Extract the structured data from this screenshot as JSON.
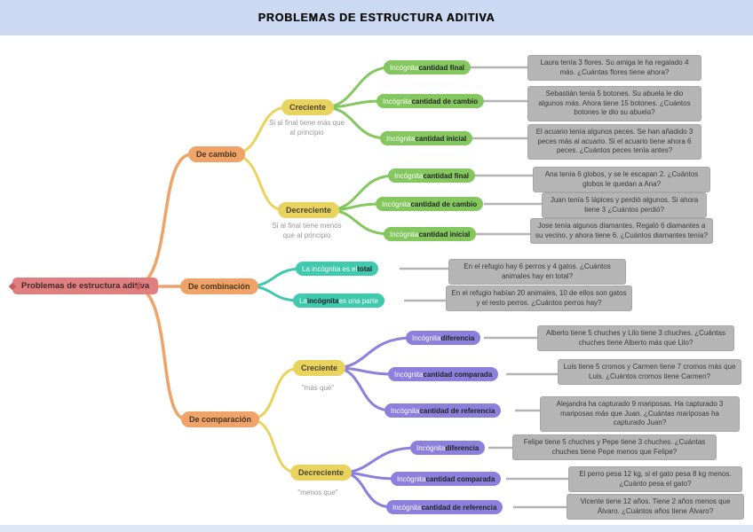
{
  "header": {
    "title": "PROBLEMAS DE ESTRUCTURA ADITIVA"
  },
  "root": {
    "label": "Problemas de estructura aditiva"
  },
  "branches": {
    "cambio": {
      "label": "De cambio",
      "creciente": {
        "label": "Creciente",
        "note": "Si al final tiene más que al principio"
      },
      "decreciente": {
        "label": "Decreciente",
        "note": "Si al final tiene menos que al principio"
      }
    },
    "combinacion": {
      "label": "De combinación"
    },
    "comparacion": {
      "label": "De comparación",
      "creciente": {
        "label": "Creciente",
        "note": "\"más que\""
      },
      "decreciente": {
        "label": "Decreciente",
        "note": "\"menos que\""
      }
    }
  },
  "leaves": [
    {
      "pre": "Incógnita ",
      "bold": "cantidad final",
      "problem": "Laura tenía 3 flores. Su amiga le ha regalado 4 más. ¿Cuántas flores tiene ahora?"
    },
    {
      "pre": "Incógnita ",
      "bold": "cantidad de cambio",
      "problem": "Sebastián tenía 5 botones. Su abuela le dio algunos más. Ahora tiene 15 botones. ¿Cuántos botones le dio su abuela?"
    },
    {
      "pre": "Incógnita ",
      "bold": "cantidad inicial",
      "problem": "El acuario tenía algunos peces. Se han añadido 3 peces más al acuario. Si el acuario tiene ahora 6 peces. ¿Cuántos peces tenía antes?"
    },
    {
      "pre": "Incógnita ",
      "bold": "cantidad final",
      "problem": "Ana tenía 6 globos, y se le escapan 2. ¿Cuántos globos le quedan a Ana?"
    },
    {
      "pre": "Incógnita ",
      "bold": "cantidad de cambio",
      "problem": "Juan tenía 5 lápices y perdió algunos. Si ahora tiene 3 ¿Cuántos perdió?"
    },
    {
      "pre": "Incógnita ",
      "bold": "cantidad inicial",
      "problem": "Jose tenía algunos diamantes. Regaló 6 diamantes a su vecino, y ahora tiene 6. ¿Cuántos diamantes tenía?"
    },
    {
      "pre": "La incógnita es el ",
      "bold": "total",
      "problem": "En el refugio hay 6 perros y 4 gatos. ¿Cuántos animales hay en total?"
    },
    {
      "pre": "La ",
      "bold": "incógnita",
      "post": " es una parte",
      "problem": "En el refugio habían 20 animales, 10 de ellos son gatos y el resto perros. ¿Cuántos perros hay?"
    },
    {
      "pre": "Incógnita ",
      "bold": "diferencia",
      "problem": "Alberto tiene 5 chuches y Lilo tiene 3 chuches. ¿Cuántas chuches tiene Alberto más que Lilo?"
    },
    {
      "pre": "Incógnita ",
      "bold": "cantidad comparada",
      "problem": "Luis tiene 5 cromos y Carmen tiene 7 cromos más que Luis. ¿Cuántos cromos tiene Carmen?"
    },
    {
      "pre": "Incógnita ",
      "bold": "cantidad de referencia",
      "problem": "Alejandra ha capturado 9 mariposas. Ha capturado 3 mariposas más que Juan. ¿Cuántas mariposas ha capturado Juan?"
    },
    {
      "pre": "Incógnita ",
      "bold": "diferencia",
      "problem": "Felipe tiene 5 chuches y Pepe tiene 3 chuches. ¿Cuántas chuches tiene Pepe menos que Felipe?"
    },
    {
      "pre": "Incógnita ",
      "bold": "cantidad comparada",
      "problem": "El perro pesa 12 kg, si el gato pesa 8 kg menos. ¿Cuánto pesa el gato?"
    },
    {
      "pre": "Incógnita ",
      "bold": "cantidad de referencia",
      "problem": "Vicente tiene 12 años. Tiene 2 años menos que Álvaro. ¿Cuántos años tiene Álvaro?"
    }
  ],
  "palette": {
    "header_bg": "#ccd9f3",
    "footer_bg": "#dde6f5",
    "root": "#e07f7f",
    "branch_orange": "#f0a368",
    "sub_yellow": "#e9d35f",
    "leaf_green": "#84c75e",
    "leaf_teal": "#3fc9ad",
    "leaf_purple": "#8d7fdc",
    "problem_gray": "#b5b5b5",
    "wire_gray": "#b3b3b3"
  }
}
